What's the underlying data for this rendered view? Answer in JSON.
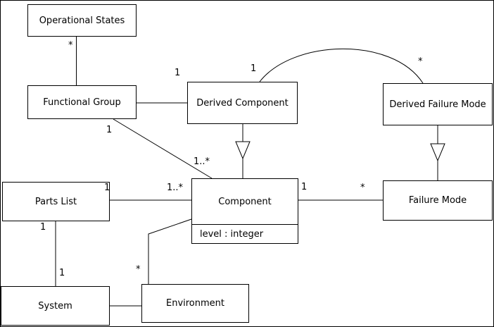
{
  "diagram": {
    "background_color": "#ffffff",
    "line_color": "#000000",
    "classes": [
      {
        "name": "Operational States"
      },
      {
        "name": "Functional Group"
      },
      {
        "name": "Derived Component"
      },
      {
        "name": "Derived Failure Mode"
      },
      {
        "name": "Parts List"
      },
      {
        "name": "Component",
        "attributes": [
          "level : integer"
        ]
      },
      {
        "name": "Failure Mode"
      },
      {
        "name": "System"
      },
      {
        "name": "Environment"
      }
    ],
    "relationships": [
      {
        "from": "Functional Group",
        "to": "Operational States",
        "type": "association"
      },
      {
        "from": "Functional Group",
        "to": "Derived Component",
        "type": "association"
      },
      {
        "from": "Functional Group",
        "to": "Component",
        "type": "association"
      },
      {
        "from": "Derived Component",
        "to": "Component",
        "type": "generalization"
      },
      {
        "from": "Derived Failure Mode",
        "to": "Failure Mode",
        "type": "generalization"
      },
      {
        "from": "Derived Component",
        "to": "Derived Failure Mode",
        "type": "association"
      },
      {
        "from": "Parts List",
        "to": "Component",
        "type": "association"
      },
      {
        "from": "Component",
        "to": "Failure Mode",
        "type": "association"
      },
      {
        "from": "Parts List",
        "to": "System",
        "type": "association"
      },
      {
        "from": "System",
        "to": "Environment",
        "type": "association"
      },
      {
        "from": "Environment",
        "to": "Component",
        "type": "association"
      }
    ],
    "multiplicities": {
      "operational_states_end": "*",
      "derived_component_assoc_end": "1",
      "curve_derived_component_end": "1",
      "curve_derived_failure_mode_end": "*",
      "functional_group_component_fg_end": "1",
      "functional_group_component_comp_end": "1..*",
      "parts_list_component_pl_end": "1",
      "parts_list_component_comp_end": "1..*",
      "component_failure_mode_comp_end": "1",
      "component_failure_mode_fm_end": "*",
      "parts_list_system_pl_end": "1",
      "parts_list_system_sys_end": "1",
      "environment_component_env_end": "*"
    }
  }
}
